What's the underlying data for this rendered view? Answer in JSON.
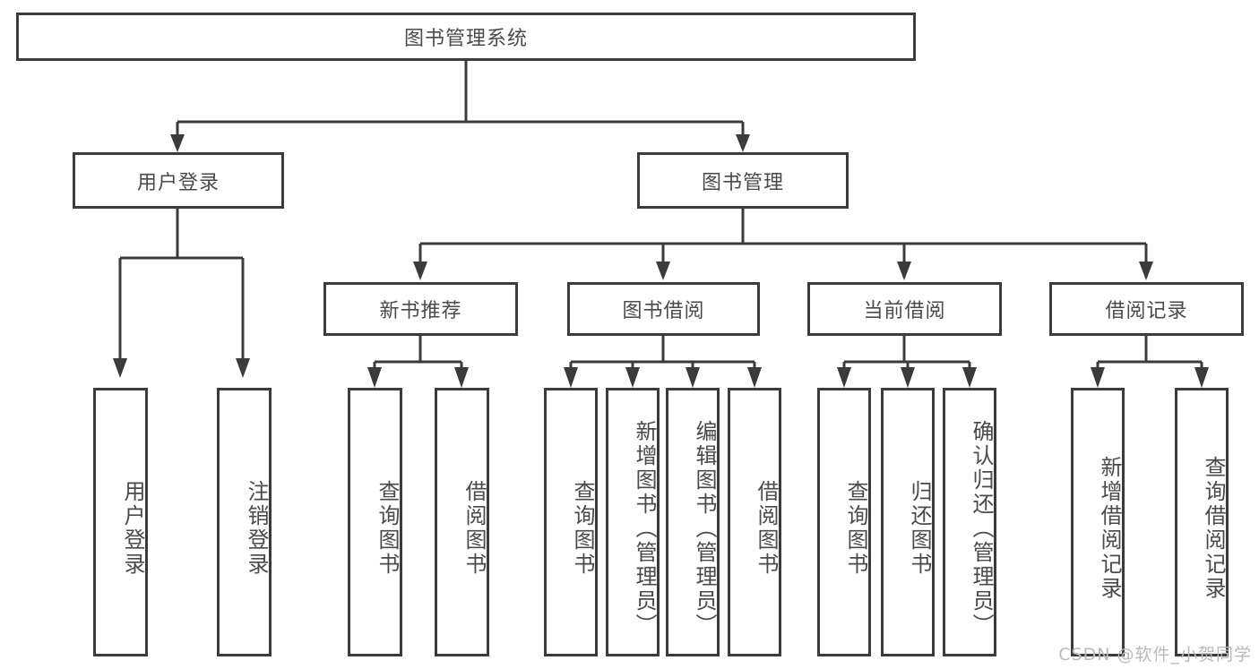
{
  "diagram": {
    "title": "图书管理系统",
    "type": "hierarchy-tree",
    "watermark": "CSDN @软件_小贺同学",
    "style": {
      "box_border_color": "#3b3b3b",
      "box_fill_color": "#ffffff",
      "text_color": "#4a4a4a",
      "background_color": "#ffffff"
    },
    "levels": {
      "root": {
        "label": "图书管理系统"
      },
      "level2": [
        {
          "label": "用户登录"
        },
        {
          "label": "图书管理"
        }
      ],
      "level3": [
        {
          "label": "新书推荐"
        },
        {
          "label": "图书借阅"
        },
        {
          "label": "当前借阅"
        },
        {
          "label": "借阅记录"
        }
      ],
      "leaves": [
        {
          "label": "用户登录",
          "parent": "用户登录"
        },
        {
          "label": "注销登录",
          "parent": "用户登录"
        },
        {
          "label": "查询图书",
          "parent": "新书推荐"
        },
        {
          "label": "借阅图书",
          "parent": "新书推荐"
        },
        {
          "label": "查询图书",
          "parent": "图书借阅"
        },
        {
          "label": "新增图书（管理员）",
          "parent": "图书借阅"
        },
        {
          "label": "编辑图书（管理员）",
          "parent": "图书借阅"
        },
        {
          "label": "借阅图书",
          "parent": "图书借阅"
        },
        {
          "label": "查询图书",
          "parent": "当前借阅"
        },
        {
          "label": "归还图书",
          "parent": "当前借阅"
        },
        {
          "label": "确认归还（管理员）",
          "parent": "当前借阅"
        },
        {
          "label": "新增借阅记录",
          "parent": "借阅记录"
        },
        {
          "label": "查询借阅记录",
          "parent": "借阅记录"
        }
      ]
    }
  }
}
